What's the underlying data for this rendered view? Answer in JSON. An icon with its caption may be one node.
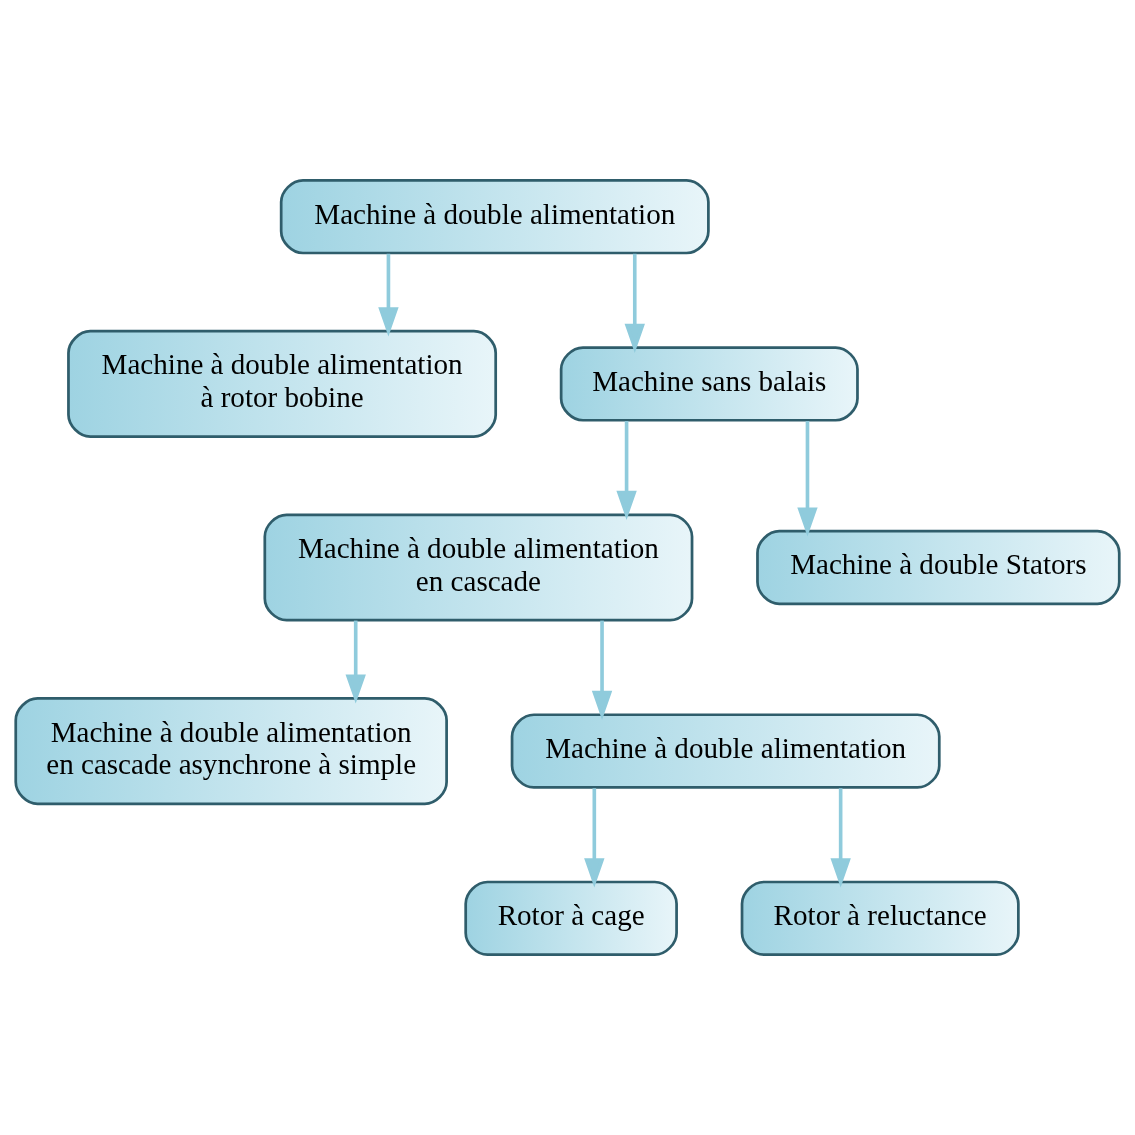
{
  "diagram": {
    "nodes": [
      {
        "text": [
          "Machine à double alimentation"
        ]
      },
      {
        "text": [
          "Machine à double alimentation à rotor bobine"
        ]
      },
      {
        "text": [
          "Machine sans balais"
        ]
      },
      {
        "text": [
          "Machine à double alimentation en cascade"
        ]
      },
      {
        "text": [
          "Machine à double Stators"
        ]
      },
      {
        "text": [
          "Machine à double alimentation en cascade asynchrone à simple"
        ]
      },
      {
        "text": [
          "Machine à double alimentation"
        ]
      },
      {
        "text": [
          "Rotor à cage"
        ]
      },
      {
        "text": [
          "Rotor à reluctance"
        ]
      }
    ],
    "edges": [
      {
        "from": 0,
        "to": 1,
        "arrow": "to"
      },
      {
        "from": 0,
        "to": 2,
        "arrow": "to"
      },
      {
        "from": 2,
        "to": 3,
        "arrow": "to"
      },
      {
        "from": 2,
        "to": 4,
        "arrow": "to"
      },
      {
        "from": 3,
        "to": 5,
        "arrow": "to"
      },
      {
        "from": 3,
        "to": 6,
        "arrow": "to"
      },
      {
        "from": 6,
        "to": 7,
        "arrow": "to"
      },
      {
        "from": 6,
        "to": 8,
        "arrow": "to"
      }
    ]
  }
}
